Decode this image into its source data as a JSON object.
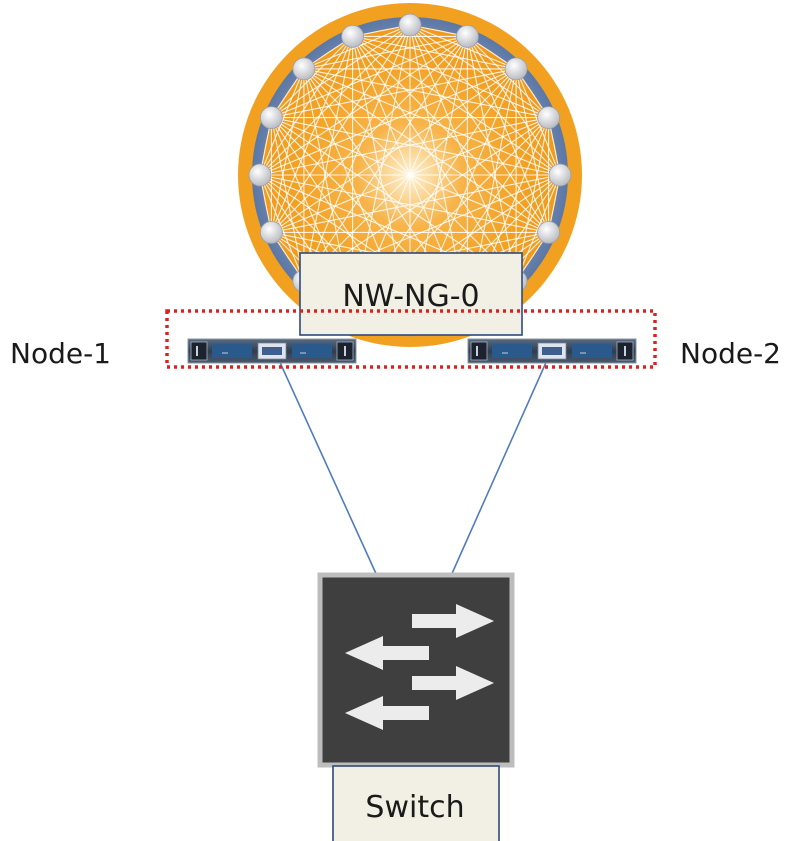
{
  "node_group": {
    "name": "NW-NG-0"
  },
  "nodes": [
    {
      "label": "Node-1"
    },
    {
      "label": "Node-2"
    }
  ],
  "switch": {
    "label": "Switch"
  },
  "colors": {
    "cluster_orange": "#f4a020",
    "cluster_blue": "#4a6fa5",
    "label_box_fill": "#f2efe4",
    "label_box_border": "#2e4a7a",
    "group_outline": "#e02020",
    "link_line": "#4f7cc0",
    "switch_body": "#3f3f3f",
    "switch_border": "#bdbdbd",
    "arrow": "#ececec"
  },
  "icons": {
    "cluster": "mesh-network-icon",
    "server": "rack-server-icon",
    "switch": "network-switch-icon"
  }
}
